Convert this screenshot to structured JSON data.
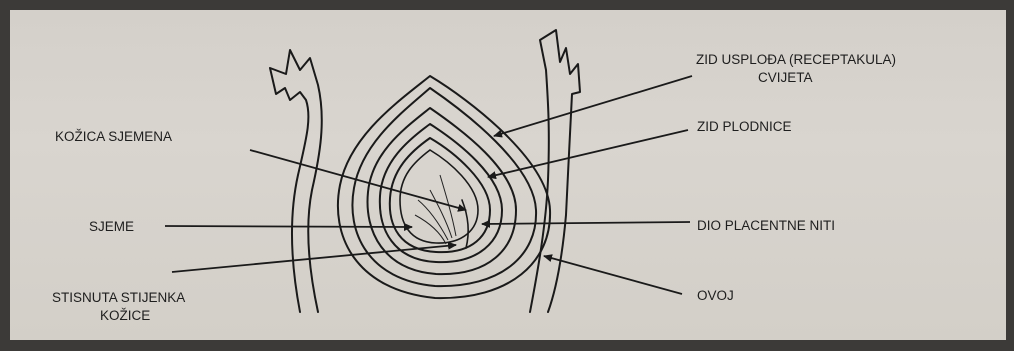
{
  "labels": {
    "receptacle_line1": "ZID USPLOĐA (RECEPTAKULA)",
    "receptacle_line2": "CVIJETA",
    "ovary_wall": "ZID PLODNICE",
    "placental_thread": "DIO PLACENTNE NITI",
    "envelope": "OVOJ",
    "seed_coat": "KOŽICA SJEMENA",
    "seed": "SJEME",
    "compressed_wall_line1": "STISNUTA STIJENKA",
    "compressed_wall_line2": "KOŽICE"
  },
  "colors": {
    "paper": "#d6d2cc",
    "ink": "#1a1a1a",
    "frame": "#3c3a38"
  }
}
